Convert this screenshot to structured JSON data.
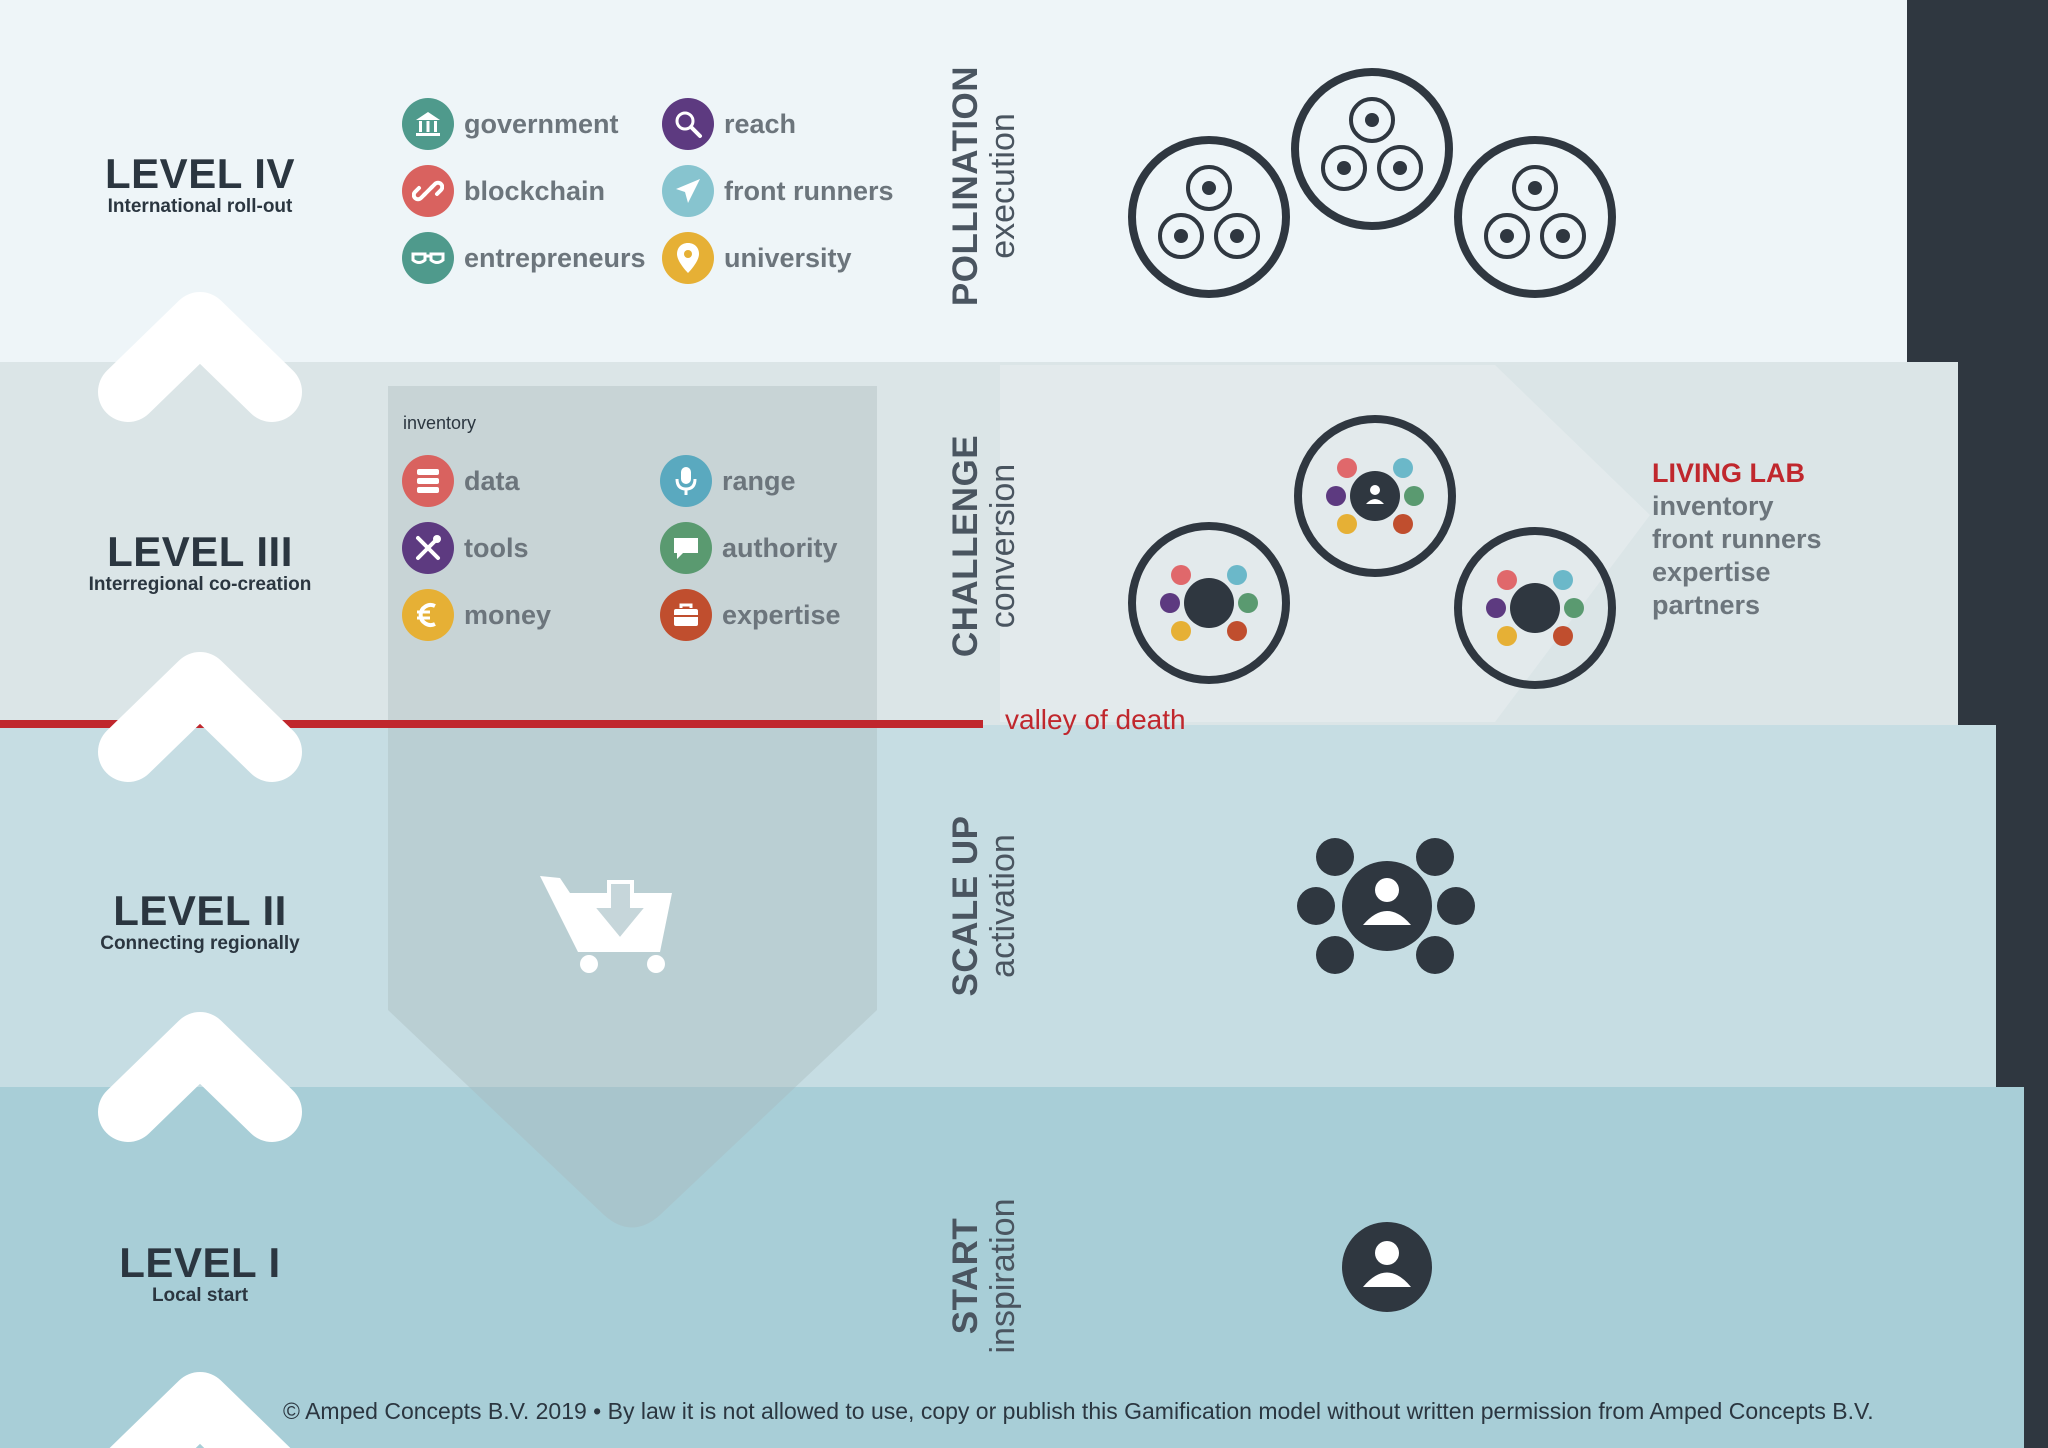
{
  "levels": [
    {
      "title": "LEVEL IV",
      "subtitle": "International roll-out"
    },
    {
      "title": "LEVEL III",
      "subtitle": "Interregional co-creation"
    },
    {
      "title": "LEVEL II",
      "subtitle": "Connecting regionally"
    },
    {
      "title": "LEVEL I",
      "subtitle": "Local start"
    }
  ],
  "phases": [
    {
      "main": "POLLINATION",
      "sub": "execution"
    },
    {
      "main": "CHALLENGE",
      "sub": "conversion"
    },
    {
      "main": "SCALE UP",
      "sub": "activation"
    },
    {
      "main": "START",
      "sub": "inspiration"
    }
  ],
  "level4_items": [
    {
      "label": "government",
      "icon": "bank-icon",
      "color": "#4f9a8c"
    },
    {
      "label": "blockchain",
      "icon": "link-icon",
      "color": "#d9625f"
    },
    {
      "label": "entrepreneurs",
      "icon": "glasses-icon",
      "color": "#4f9a8c"
    },
    {
      "label": "reach",
      "icon": "magnifier-icon",
      "color": "#5d3a80"
    },
    {
      "label": "front runners",
      "icon": "airplane-icon",
      "color": "#87c4cf"
    },
    {
      "label": "university",
      "icon": "location-pin-icon",
      "color": "#e6b035"
    }
  ],
  "inventory_label": "inventory",
  "level3_items": [
    {
      "label": "data",
      "icon": "database-icon",
      "color": "#d9625f"
    },
    {
      "label": "tools",
      "icon": "tools-icon",
      "color": "#5d3a80"
    },
    {
      "label": "money",
      "icon": "euro-icon",
      "color": "#e6b035"
    },
    {
      "label": "range",
      "icon": "microphone-icon",
      "color": "#5aa9bf"
    },
    {
      "label": "authority",
      "icon": "speech-bubble-icon",
      "color": "#5a9a70"
    },
    {
      "label": "expertise",
      "icon": "briefcase-icon",
      "color": "#c04e2e"
    }
  ],
  "living_lab": {
    "heading": "LIVING LAB",
    "lines": [
      "inventory",
      "front runners",
      "expertise",
      "partners"
    ]
  },
  "valley_label": "valley of death",
  "copyright": "© Amped Concepts B.V. 2019 • By law it is not allowed to use, copy or publish this Gamification model without written permission from Amped Concepts B.V.",
  "colors": {
    "band4": "#eef5f8",
    "band3": "#dbe5e7",
    "band2": "#c6dde3",
    "band1": "#a8ced7",
    "dark": "#2f3740",
    "accent_red": "#c0272d",
    "label_gray": "#6c757c"
  }
}
